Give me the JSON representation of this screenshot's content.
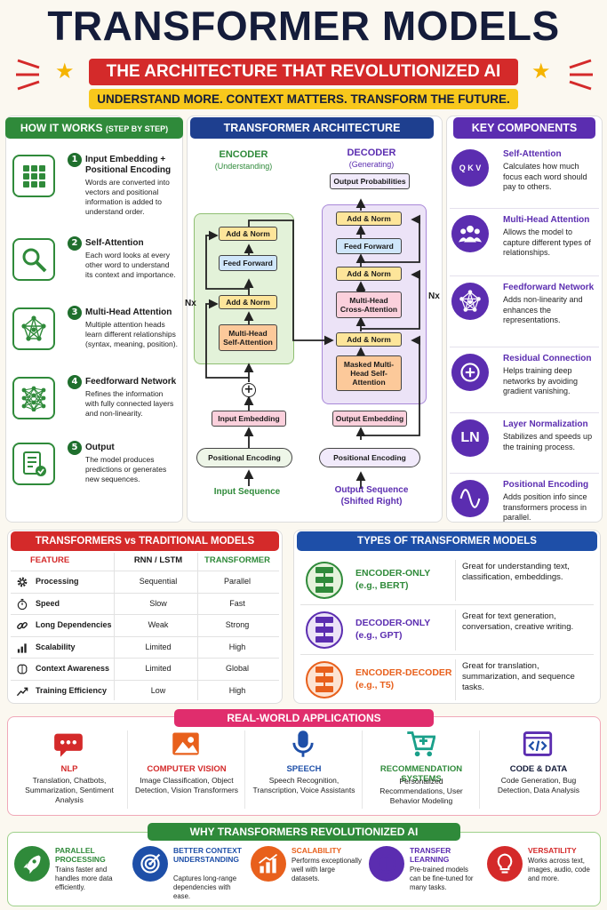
{
  "header": {
    "title": "TRANSFORMER MODELS",
    "subtitle": "THE ARCHITECTURE THAT REVOLUTIONIZED AI",
    "tagline": "UNDERSTAND MORE. CONTEXT MATTERS. TRANSFORM THE FUTURE."
  },
  "how_it_works": {
    "title": "HOW IT WORKS",
    "title_suffix": "(STEP BY STEP)",
    "steps": [
      {
        "num": "1",
        "title": "Input Embedding + Positional Encoding",
        "desc": "Words are converted into vectors and positional information is added to understand order.",
        "icon": "grid-icon"
      },
      {
        "num": "2",
        "title": "Self-Attention",
        "desc": "Each word looks at every other word to understand its context and importance.",
        "icon": "magnifier-icon"
      },
      {
        "num": "3",
        "title": "Multi-Head Attention",
        "desc": "Multiple attention heads learn different relationships (syntax, meaning, position).",
        "icon": "network-icon"
      },
      {
        "num": "4",
        "title": "Feedforward Network",
        "desc": "Refines the information with fully connected layers and non-linearity.",
        "icon": "neural-net-icon"
      },
      {
        "num": "5",
        "title": "Output",
        "desc": "The model produces predictions or generates new sequences.",
        "icon": "document-check-icon"
      }
    ]
  },
  "architecture": {
    "title": "TRANSFORMER ARCHITECTURE",
    "encoder": {
      "label": "ENCODER",
      "sub": "(Understanding)",
      "add_norm": "Add & Norm",
      "feed_forward": "Feed Forward",
      "self_attention": "Multi-Head Self-Attention",
      "input_embedding": "Input Embedding",
      "positional_encoding": "Positional Encoding",
      "input_sequence": "Input Sequence",
      "nx": "Nx",
      "plus": "+"
    },
    "decoder": {
      "label": "DECODER",
      "sub": "(Generating)",
      "output_probabilities": "Output Probabilities",
      "add_norm": "Add & Norm",
      "feed_forward": "Feed Forward",
      "cross_attention": "Multi-Head Cross-Attention",
      "masked_attention": "Masked Multi-Head Self-Attention",
      "output_embedding": "Output Embedding",
      "positional_encoding": "Positional Encoding",
      "output_sequence": "Output Sequence",
      "output_sequence_sub": "(Shifted Right)",
      "nx": "Nx"
    }
  },
  "key_components": {
    "title": "KEY COMPONENTS",
    "items": [
      {
        "title": "Self-Attention",
        "desc": "Calculates how much focus each word should pay to others.",
        "icon": "qkv-icon",
        "glyph": "Q K V"
      },
      {
        "title": "Multi-Head Attention",
        "desc": "Allows the model to capture different types of relationships.",
        "icon": "people-icon"
      },
      {
        "title": "Feedforward Network",
        "desc": "Adds non-linearity and enhances the representations.",
        "icon": "network-icon"
      },
      {
        "title": "Residual Connection",
        "desc": "Helps training deep networks by avoiding gradient vanishing.",
        "icon": "plus-circle-icon"
      },
      {
        "title": "Layer Normalization",
        "desc": "Stabilizes and speeds up the training process.",
        "icon": "ln-icon",
        "glyph": "LN"
      },
      {
        "title": "Positional Encoding",
        "desc": "Adds position info since transformers process in parallel.",
        "icon": "wave-icon"
      }
    ]
  },
  "comparison": {
    "title": "TRANSFORMERS vs TRADITIONAL MODELS",
    "columns": [
      "FEATURE",
      "RNN / LSTM",
      "TRANSFORMER"
    ],
    "rows": [
      {
        "icon": "gear-icon",
        "feature": "Processing",
        "rnn": "Sequential",
        "transformer": "Parallel"
      },
      {
        "icon": "stopwatch-icon",
        "feature": "Speed",
        "rnn": "Slow",
        "transformer": "Fast"
      },
      {
        "icon": "link-icon",
        "feature": "Long Dependencies",
        "rnn": "Weak",
        "transformer": "Strong"
      },
      {
        "icon": "bar-chart-icon",
        "feature": "Scalability",
        "rnn": "Limited",
        "transformer": "High"
      },
      {
        "icon": "brain-icon",
        "feature": "Context Awareness",
        "rnn": "Limited",
        "transformer": "Global"
      },
      {
        "icon": "trend-up-icon",
        "feature": "Training Efficiency",
        "rnn": "Low",
        "transformer": "High"
      }
    ]
  },
  "types": {
    "title": "TYPES OF TRANSFORMER MODELS",
    "items": [
      {
        "name": "ENCODER-ONLY",
        "example": "(e.g., BERT)",
        "desc": "Great for understanding text, classification, embeddings.",
        "color": "#2f8a3a"
      },
      {
        "name": "DECODER-ONLY",
        "example": "(e.g., GPT)",
        "desc": "Great for text generation, conversation, creative writing.",
        "color": "#5b2db0"
      },
      {
        "name": "ENCODER-DECODER",
        "example": "(e.g., T5)",
        "desc": "Great for translation, summarization, and sequence tasks.",
        "color": "#e8601c"
      }
    ]
  },
  "applications": {
    "title": "REAL-WORLD APPLICATIONS",
    "items": [
      {
        "title": "NLP",
        "desc": "Translation, Chatbots, Summarization, Sentiment Analysis",
        "color": "#d42a2a",
        "icon": "chat-bubble-icon"
      },
      {
        "title": "COMPUTER VISION",
        "desc": "Image Classification, Object Detection, Vision Transformers",
        "color": "#d42a2a",
        "icon": "image-icon"
      },
      {
        "title": "SPEECH",
        "desc": "Speech Recognition, Transcription, Voice Assistants",
        "color": "#1e4fa8",
        "icon": "microphone-icon"
      },
      {
        "title": "RECOMMENDATION SYSTEMS",
        "desc": "Personalized Recommendations, User Behavior Modeling",
        "color": "#2f8a3a",
        "icon": "cart-icon"
      },
      {
        "title": "CODE & DATA",
        "desc": "Code Generation, Bug Detection, Data Analysis",
        "color": "#141c3a",
        "icon": "code-icon"
      }
    ]
  },
  "why": {
    "title": "WHY TRANSFORMERS REVOLUTIONIZED AI",
    "items": [
      {
        "title": "PARALLEL PROCESSING",
        "desc": "Trains faster and handles more data efficiently.",
        "color": "#2f8a3a",
        "icon": "rocket-icon"
      },
      {
        "title": "BETTER CONTEXT UNDERSTANDING",
        "desc": "Captures long-range dependencies with ease.",
        "color": "#1e4fa8",
        "icon": "target-icon"
      },
      {
        "title": "SCALABILITY",
        "desc": "Performs exceptionally well with large datasets.",
        "color": "#e8601c",
        "icon": "growth-chart-icon"
      },
      {
        "title": "TRANSFER LEARNING",
        "desc": "Pre-trained models can be fine-tuned for many tasks.",
        "color": "#5b2db0",
        "icon": "brain-icon"
      },
      {
        "title": "VERSATILITY",
        "desc": "Works across text, images, audio, code and more.",
        "color": "#d42a2a",
        "icon": "lightbulb-icon"
      }
    ]
  }
}
